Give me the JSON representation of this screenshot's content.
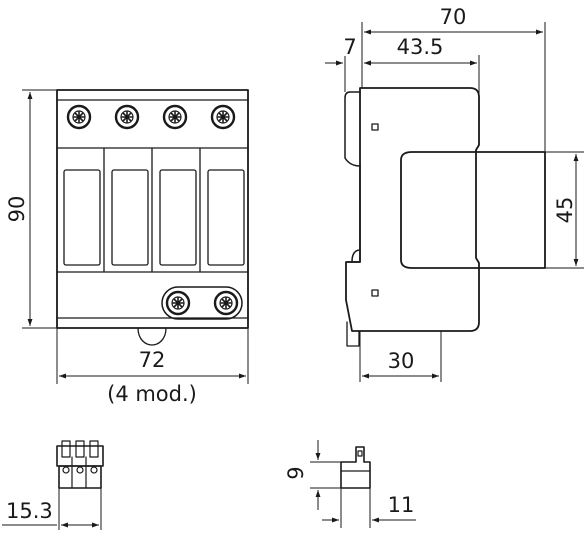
{
  "dimensions": {
    "height": "90",
    "width": "72",
    "modules": "(4 mod.)",
    "depth_total": "70",
    "offset": "7",
    "depth_mid": "43.5",
    "front_height": "45",
    "rail_width": "30",
    "plug_width": "15.3",
    "contact_height": "9",
    "contact_width": "11"
  },
  "colors": {
    "line": "#1a1a1a",
    "background": "#ffffff"
  }
}
